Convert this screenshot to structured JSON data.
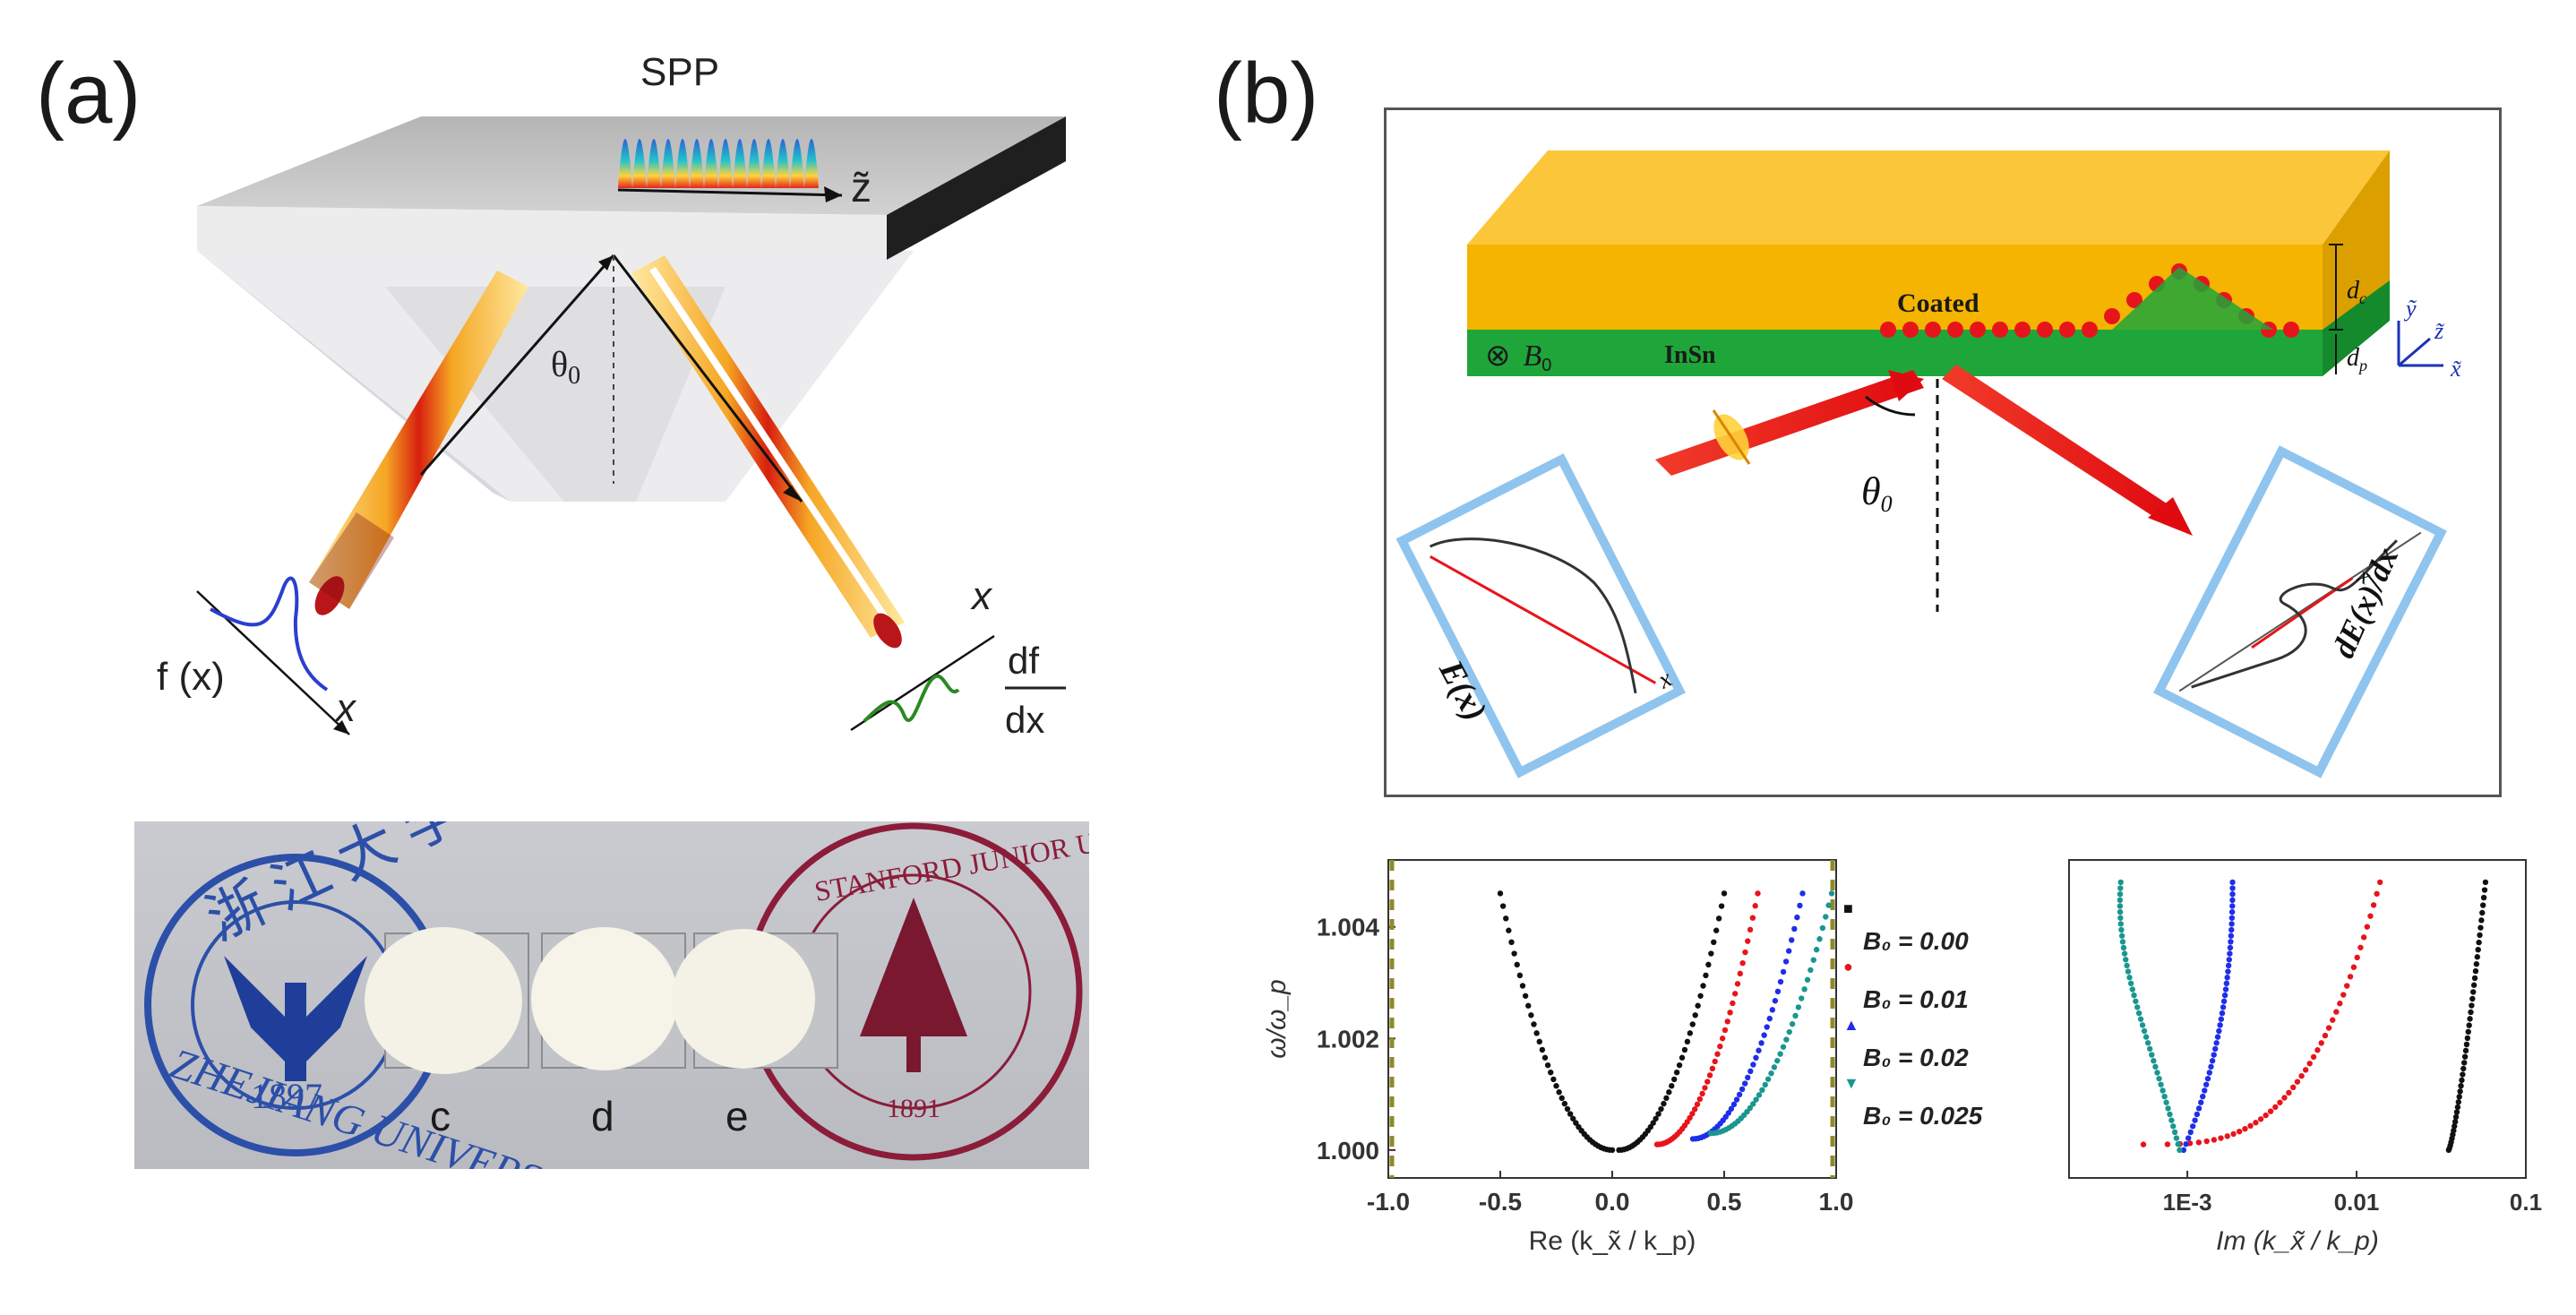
{
  "panel_a": {
    "label": "(a)",
    "spp_label": "SPP",
    "z_label": "z̃",
    "theta": "θ",
    "theta_sub": "0",
    "fx_label": "f (x)",
    "x_label_left": "x",
    "x_label_right": "x",
    "df_label": "df",
    "dx_label": "dx",
    "photo": {
      "zju_seal": {
        "text_top": "浙 江 大 学",
        "year": "1897",
        "name": "ZHEJIANG UNIVERSITY"
      },
      "stanford_seal": {
        "name": "STANFORD JUNIOR UNIVERSITY",
        "year": "1891"
      },
      "samples": [
        "c",
        "d",
        "e"
      ]
    }
  },
  "panel_b": {
    "label": "(b)",
    "coated_label": "Coated",
    "insn_label": "InSn",
    "b0_symbol": "⊗",
    "b0_label": "B",
    "b0_sub": "0",
    "dc_label": "d",
    "dc_sub": "c",
    "dp_label": "d",
    "dp_sub": "p",
    "axis_y": "ỹ",
    "axis_z": "z̃",
    "axis_x": "x̃",
    "theta": "θ",
    "theta_sub": "0",
    "ex_label": "E(x)",
    "ex_axis": "x",
    "dex_label": "dE(x)/dx",
    "dex_axis": "x",
    "colors": {
      "gold": "#f5b400",
      "green": "#1fa63a",
      "red": "#e8141b",
      "blue_frame": "#8fc4ee"
    }
  },
  "chart_data": [
    {
      "type": "scatter",
      "xlabel": "Re (k_x̃ / k_p)",
      "ylabel": "ω/ω_p",
      "xlim": [
        -1.0,
        1.0
      ],
      "ylim": [
        0.9995,
        1.0052
      ],
      "xticks": [
        "-1.0",
        "-0.5",
        "0.0",
        "0.5",
        "1.0"
      ],
      "yticks": [
        "1.000",
        "1.002",
        "1.004"
      ],
      "series": [
        {
          "name": "B₀ = 0.00",
          "color": "#111111",
          "x_left": [
            -0.5,
            -0.4,
            -0.3,
            -0.2,
            -0.1,
            -0.03,
            0.02
          ],
          "x_right": [
            0.02,
            0.1,
            0.2,
            0.3,
            0.4,
            0.5
          ],
          "y_min": 1.0
        },
        {
          "name": "B₀ = 0.01",
          "color": "#e8141b",
          "x": [
            0.18,
            0.28,
            0.38,
            0.48,
            0.58,
            0.66
          ],
          "y_min": 1.0001
        },
        {
          "name": "B₀ = 0.02",
          "color": "#1f2ee8",
          "x": [
            0.35,
            0.45,
            0.55,
            0.65,
            0.75,
            0.85
          ],
          "y_min": 1.0002
        },
        {
          "name": "B₀ = 0.025",
          "color": "#1a9690",
          "x": [
            0.44,
            0.54,
            0.64,
            0.74,
            0.84,
            0.98
          ],
          "y_min": 1.0003
        }
      ]
    },
    {
      "type": "scatter",
      "xlabel": "Im (k_x̃ / k_p)",
      "xscale": "log",
      "xlim": [
        0.0002,
        0.1
      ],
      "ylim": [
        0.9995,
        1.0052
      ],
      "xticks": [
        "1E-3",
        "0.01",
        "0.1"
      ],
      "legend": [
        "B₀ = 0.00",
        "B₀ = 0.01",
        "B₀ = 0.02",
        "B₀ = 0.025"
      ]
    }
  ]
}
